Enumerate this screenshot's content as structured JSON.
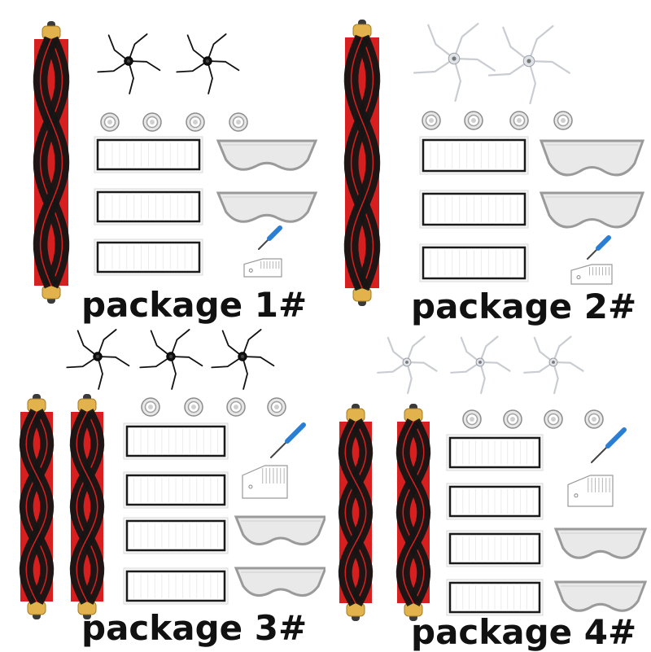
{
  "packages": [
    {
      "label": "package 1#",
      "main_brushes": 1,
      "side_brushes": 2,
      "side_brush_color": "black",
      "filters": 3,
      "mop_cloths": 2,
      "bearings": 4,
      "has_screwdriver": true,
      "has_cleaning_tool": true
    },
    {
      "label": "package 2#",
      "main_brushes": 1,
      "side_brushes": 2,
      "side_brush_color": "white",
      "filters": 3,
      "mop_cloths": 2,
      "bearings": 4,
      "has_screwdriver": true,
      "has_cleaning_tool": true
    },
    {
      "label": "package 3#",
      "main_brushes": 2,
      "side_brushes": 3,
      "side_brush_color": "black",
      "filters": 4,
      "mop_cloths": 2,
      "bearings": 4,
      "has_screwdriver": true,
      "has_cleaning_tool": true
    },
    {
      "label": "package 4#",
      "main_brushes": 2,
      "side_brushes": 3,
      "side_brush_color": "white",
      "filters": 4,
      "mop_cloths": 2,
      "bearings": 4,
      "has_screwdriver": true,
      "has_cleaning_tool": true
    }
  ],
  "colors": {
    "brush_red": "#d81f1f",
    "bristle_black": "#151515",
    "end_cap": "#e2b24c",
    "filter_frame": "#1a1a1a",
    "mop_gray": "#9a9a9a",
    "background": "#ffffff"
  }
}
